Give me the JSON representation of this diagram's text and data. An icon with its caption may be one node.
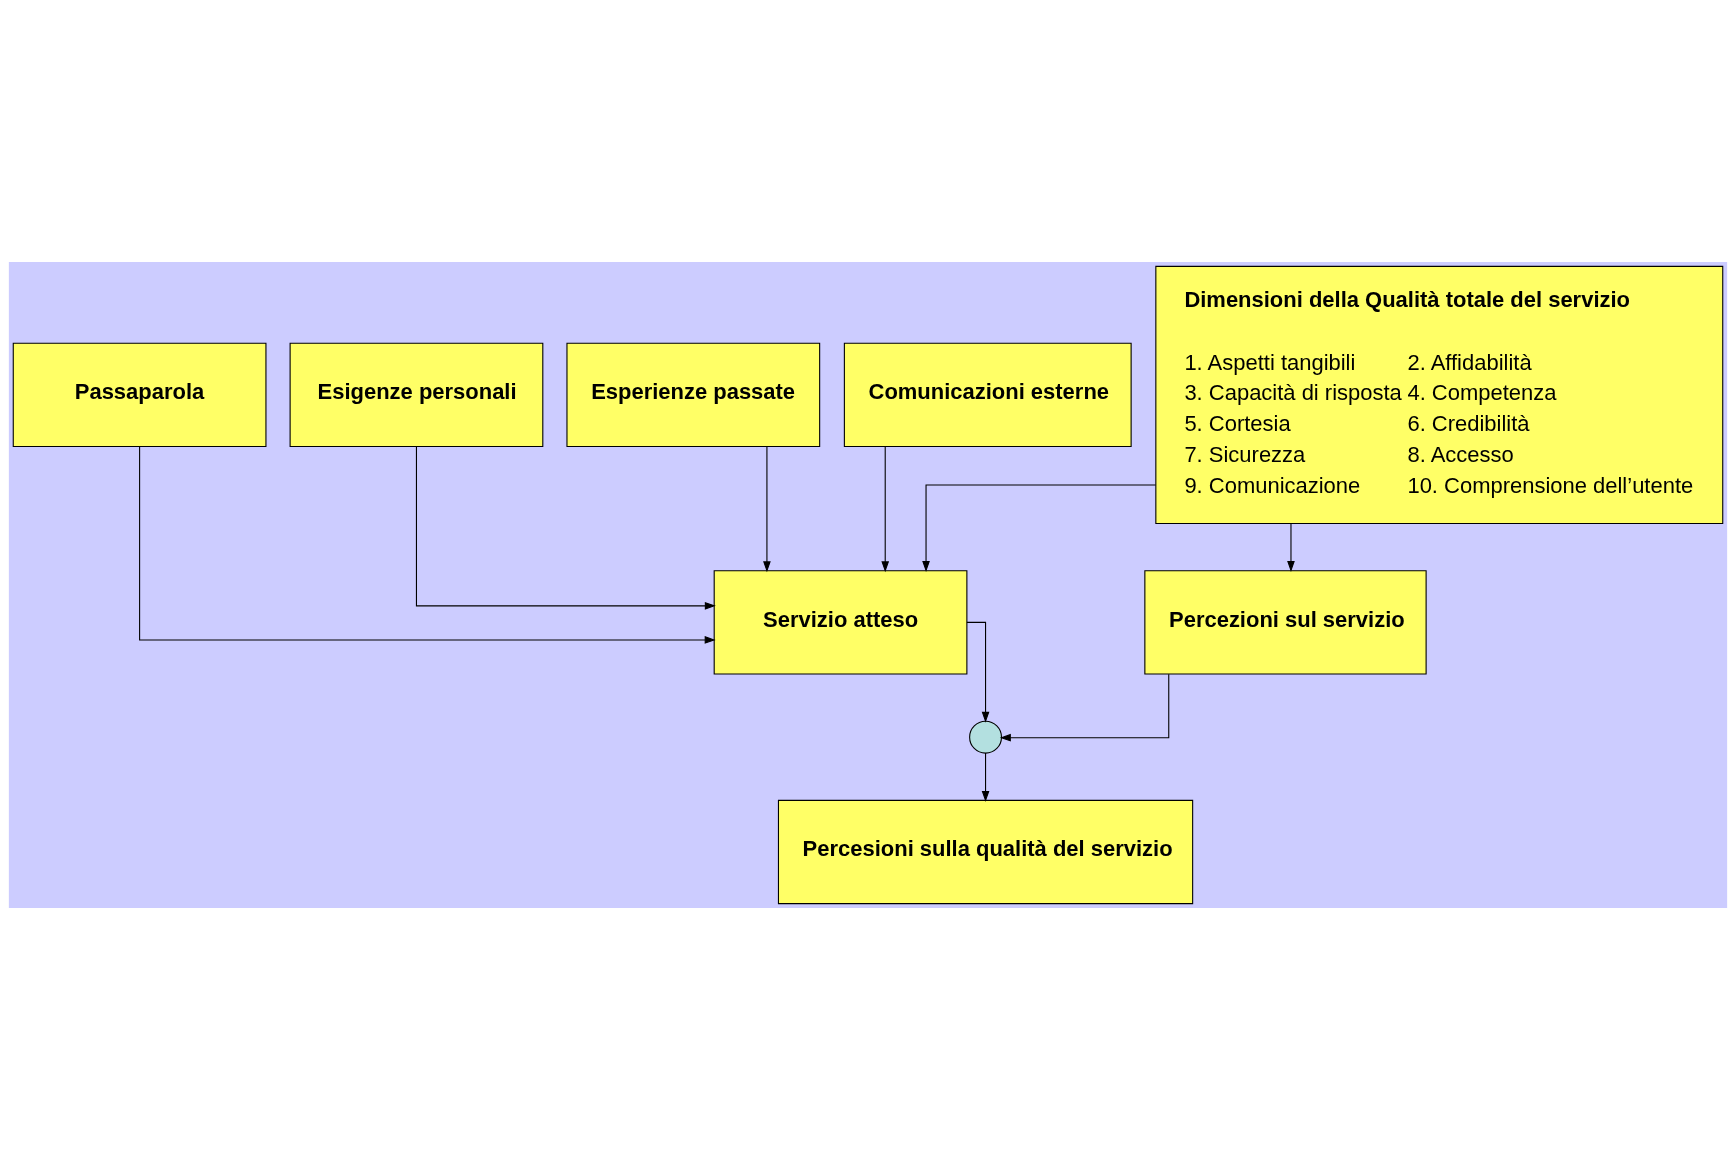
{
  "diagram": {
    "nodes": [
      {
        "text": [
          "Passaparola"
        ]
      },
      {
        "text": [
          "Esigenze personali"
        ]
      },
      {
        "text": [
          "Esperienze passate"
        ]
      },
      {
        "text": [
          "Comunicazioni esterne"
        ]
      },
      {
        "text": [
          "Servizio atteso"
        ]
      },
      {
        "text": [
          "Percezioni sul servizio"
        ]
      },
      {
        "text": [],
        "shape": "circle"
      },
      {
        "text": [
          "Percesioni sulla qualità del servizio"
        ]
      },
      {
        "text": [
          "Dimensioni della Qualità totale del servizio",
          "1. Aspetti tangibili",
          "2. Affidabilità",
          "3. Capacità di risposta",
          "4. Competenza",
          "5. Cortesia",
          "6. Credibilità",
          "7. Sicurezza",
          "8. Accesso",
          "9. Comunicazione",
          "10. Comprensione dell’utente"
        ]
      }
    ],
    "edges": [
      {
        "from": 0,
        "to": 4,
        "arrow": "to"
      },
      {
        "from": 1,
        "to": 4,
        "arrow": "to"
      },
      {
        "from": 2,
        "to": 4,
        "arrow": "to"
      },
      {
        "from": 3,
        "to": 4,
        "arrow": "to"
      },
      {
        "from": 8,
        "to": 4,
        "arrow": "to"
      },
      {
        "from": 8,
        "to": 5,
        "arrow": "to"
      },
      {
        "from": 4,
        "to": 6,
        "arrow": "to"
      },
      {
        "from": 5,
        "to": 6,
        "arrow": "to"
      },
      {
        "from": 6,
        "to": 7,
        "arrow": "to"
      }
    ]
  }
}
